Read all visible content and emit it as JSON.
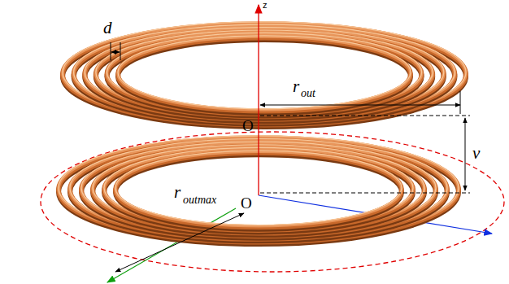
{
  "diagram": {
    "labels": [
      "z",
      "d",
      "r",
      "out",
      "O",
      "v",
      "O",
      "r",
      "outmax"
    ]
  }
}
